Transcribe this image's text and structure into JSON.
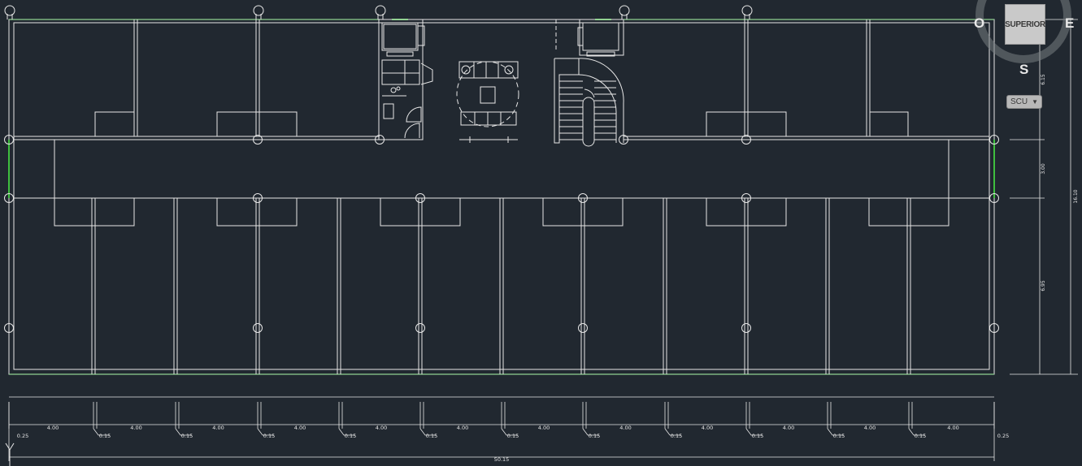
{
  "viewcube": {
    "face_label": "SUPERIOR",
    "west": "O",
    "east": "E",
    "south": "S",
    "ucs_label": "SCU"
  },
  "dimensions": {
    "bay": "4.00",
    "column": "0.15",
    "edge": "0.25",
    "total": "50.15",
    "side_top": "6.15",
    "side_corridor": "3.00",
    "side_bottom": "6.95",
    "side_total": "16.10"
  },
  "colors": {
    "background": "#212830",
    "lines": "#e6e6e6",
    "accent": "#3fbf3f"
  }
}
